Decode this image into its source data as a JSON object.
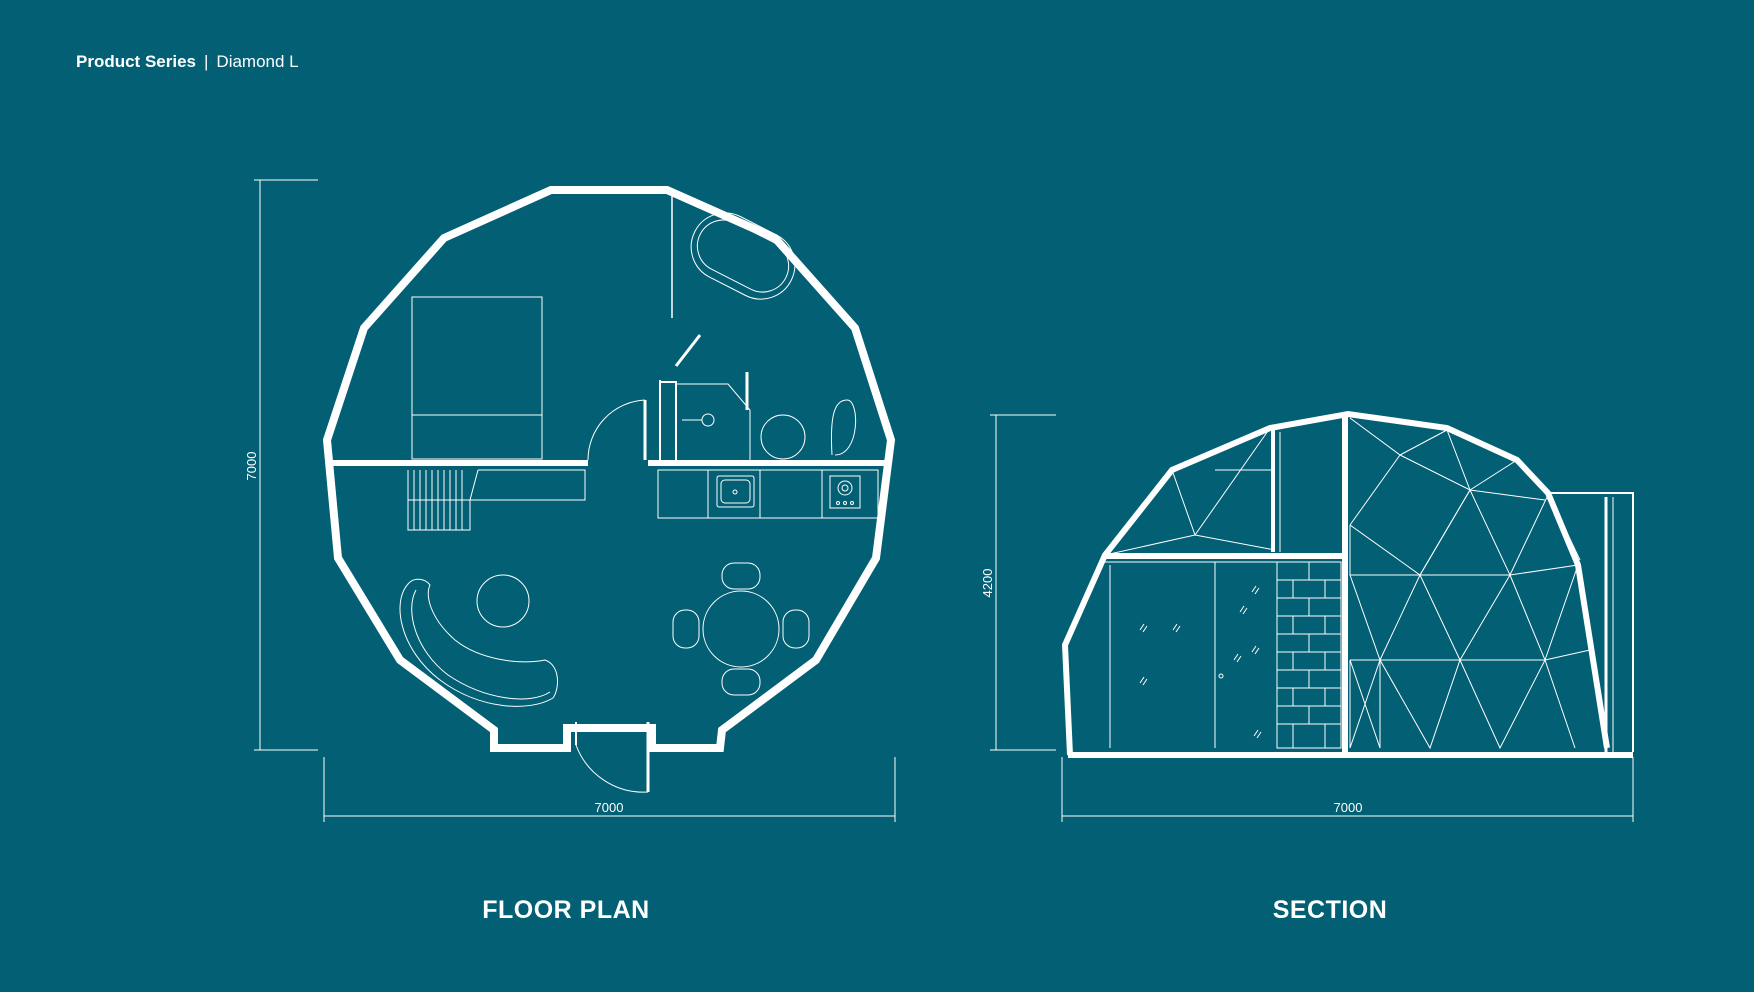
{
  "header": {
    "series_label": "Product Series",
    "separator": "|",
    "model_name": "Diamond L"
  },
  "floor_plan": {
    "caption": "FLOOR PLAN",
    "dim_height": "7000",
    "dim_width": "7000"
  },
  "section": {
    "caption": "SECTION",
    "dim_height": "4200",
    "dim_width": "7000"
  },
  "colors": {
    "background": "#025F74",
    "line": "#ffffff"
  }
}
